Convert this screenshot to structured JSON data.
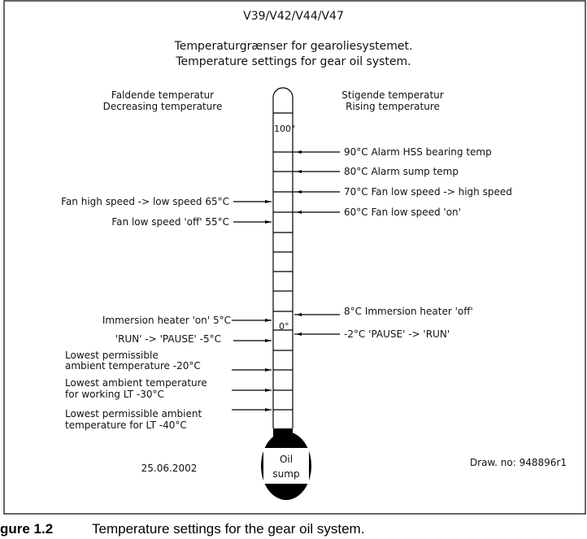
{
  "header": {
    "model": "V39/V42/V44/V47",
    "title_da": "Temperaturgrænser for gearoliesystemet.",
    "title_en": "Temperature settings for gear oil system."
  },
  "left_heading": {
    "da": "Faldende temperatur",
    "en": "Decreasing temperature"
  },
  "right_heading": {
    "da": "Stigende temperatur",
    "en": "Rising temperature"
  },
  "scale": {
    "top_label": "100°",
    "zero_label": "0°"
  },
  "rising": [
    "90°C Alarm HSS bearing temp",
    "80°C Alarm sump temp",
    "70°C Fan low speed -> high speed",
    "60°C Fan low speed 'on'",
    "8°C Immersion heater 'off'",
    "-2°C 'PAUSE' -> 'RUN'"
  ],
  "decreasing": [
    {
      "l1": "Fan high speed -> low speed 65°C"
    },
    {
      "l1": "Fan low speed 'off'  55°C"
    },
    {
      "l1": "Immersion heater 'on' 5°C"
    },
    {
      "l1": "'RUN' -> 'PAUSE' -5°C"
    },
    {
      "l1": "Lowest permissible",
      "l2": "ambient temperature -20°C"
    },
    {
      "l1": "Lowest ambient temperature",
      "l2": "for working LT -30°C"
    },
    {
      "l1": "Lowest permissible ambient",
      "l2": "temperature for LT -40°C"
    }
  ],
  "bulb": {
    "l1": "Oil",
    "l2": "sump"
  },
  "date": "25.06.2002",
  "drawing_no": "Draw. no: 948896r1",
  "caption": {
    "number": "gure 1.2",
    "text": "Temperature settings for the gear oil system."
  }
}
